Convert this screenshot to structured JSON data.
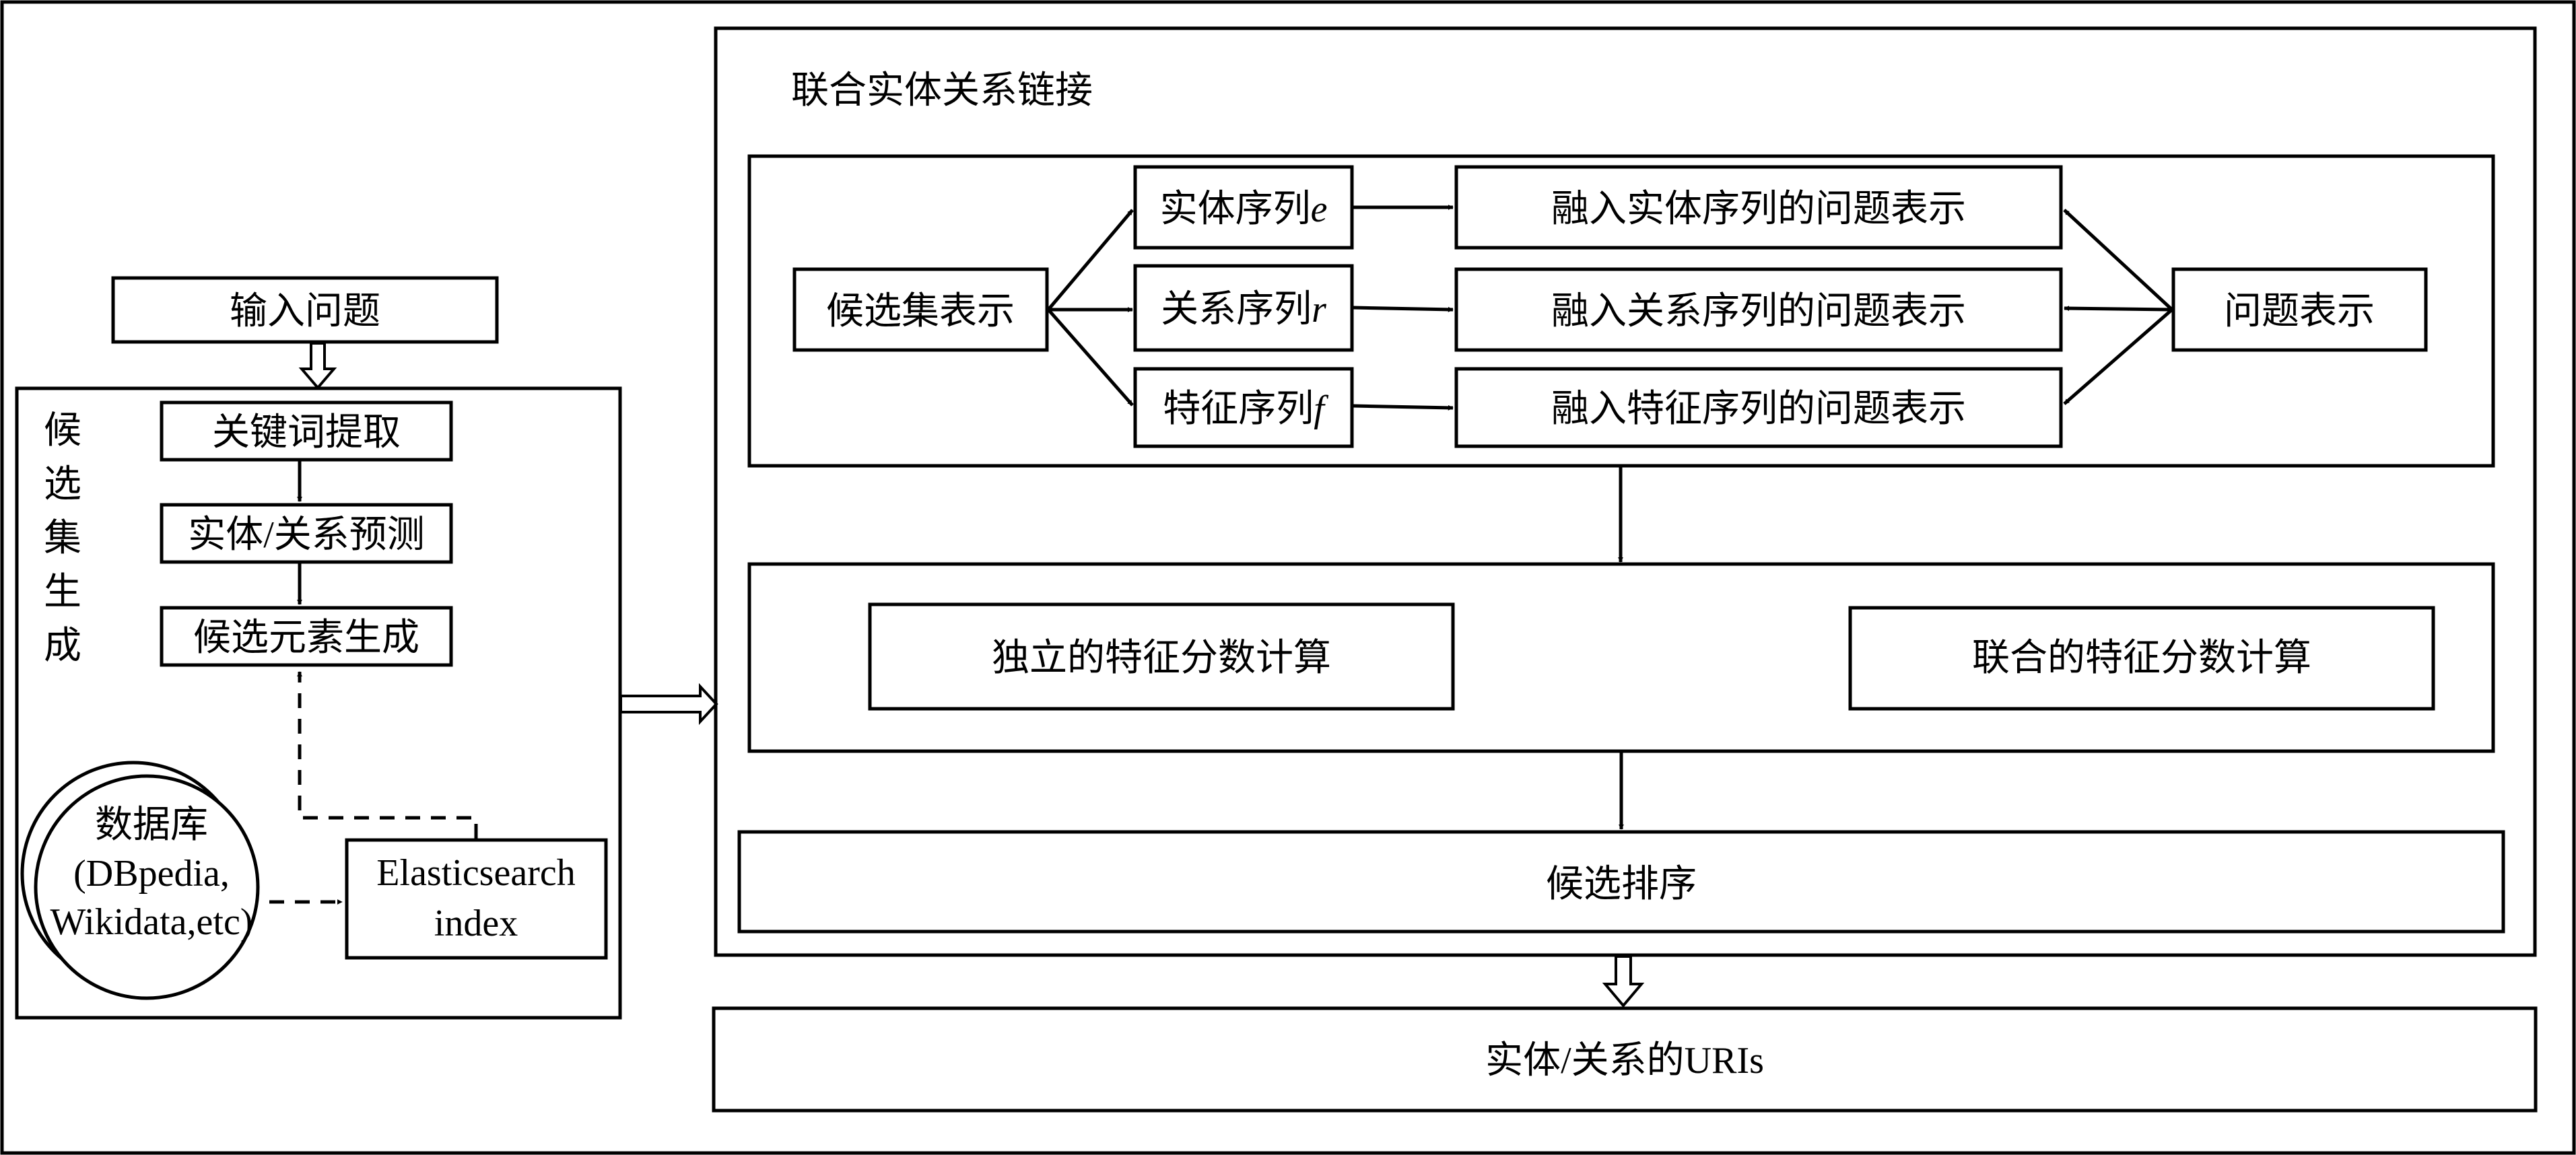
{
  "diagram": {
    "left_panel": {
      "input_question": "输入问题",
      "panel_title_chars": [
        "候",
        "选",
        "集",
        "生",
        "成"
      ],
      "steps": [
        "关键词提取",
        "实体/关系预测",
        "候选元素生成"
      ],
      "database": {
        "line1": "数据库",
        "line2": "(DBpedia,",
        "line3": "Wikidata,etc)"
      },
      "index": {
        "line1": "Elasticsearch",
        "line2": "index"
      }
    },
    "right_panel": {
      "title": "联合实体关系链接",
      "candidate_repr": "候选集表示",
      "sequences": [
        {
          "label": "实体序列",
          "var": "e"
        },
        {
          "label": "关系序列",
          "var": "r"
        },
        {
          "label": "特征序列",
          "var": "f"
        }
      ],
      "fused": [
        "融入实体序列的问题表示",
        "融入关系序列的问题表示",
        "融入特征序列的问题表示"
      ],
      "question_repr": "问题表示",
      "independent_score": "独立的特征分数计算",
      "joint_score": "联合的特征分数计算",
      "ranking": "候选排序"
    },
    "output": "实体/关系的URIs"
  }
}
